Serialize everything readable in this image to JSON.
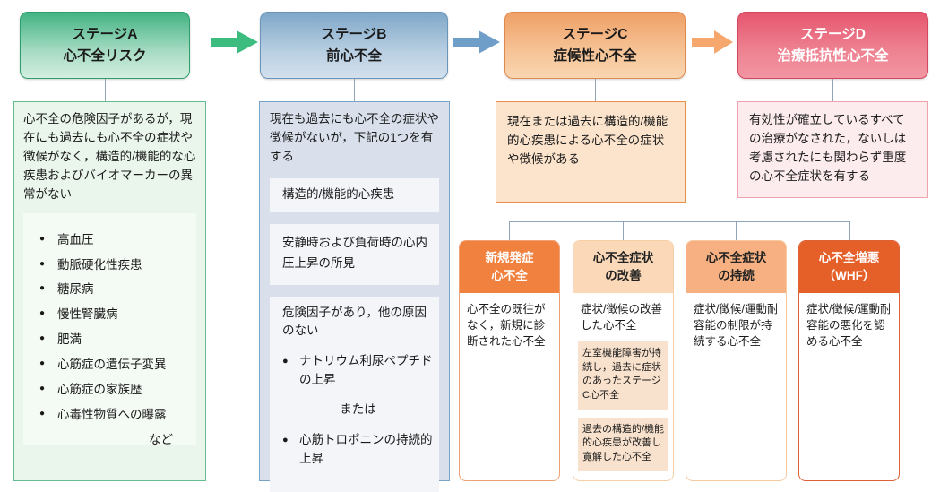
{
  "diagram": {
    "stage_a": {
      "title": "ステージA\n心不全リスク",
      "description": "心不全の危険因子があるが，現在にも過去にも心不全の症状や徴候がなく，構造的/機能的な心疾患およびバイオマーカーの異常がない",
      "risk_factors": [
        "高血圧",
        "動脈硬化性疾患",
        "糖尿病",
        "慢性腎臓病",
        "肥満",
        "心筋症の遺伝子変異",
        "心筋症の家族歴",
        "心毒性物質への曝露"
      ],
      "etc_label": "など"
    },
    "stage_b": {
      "title": "ステージB\n前心不全",
      "description": "現在も過去にも心不全の症状や徴候がないが，下記の1つを有する",
      "criterion_1": "構造的/機能的心疾患",
      "criterion_2": "安静時および負荷時の心内圧上昇の所見",
      "criterion_3": {
        "intro": "危険因子があり，他の原因のない",
        "bullet_1": "ナトリウム利尿ペプチドの上昇",
        "or_label": "または",
        "bullet_2": "心筋トロポニンの持続的上昇"
      }
    },
    "stage_c": {
      "title": "ステージC\n症候性心不全",
      "description": "現在または過去に構造的/機能的心疾患による心不全の症状や徴候がある",
      "substages": [
        {
          "title": "新規発症\n心不全",
          "description": "心不全の既往がなく，新規に診断された心不全"
        },
        {
          "title": "心不全症状\nの改善",
          "description": "症状/徴候の改善した心不全",
          "note_1": "左室機能障害が持続し，過去に症状のあったステージC心不全",
          "note_2": "過去の構造的/機能的心疾患が改善し寛解した心不全"
        },
        {
          "title": "心不全症状\nの持続",
          "description": "症状/徴候/運動耐容能の制限が持続する心不全"
        },
        {
          "title": "心不全増悪\n（WHF）",
          "description": "症状/徴候/運動耐容能の悪化を認める心不全"
        }
      ]
    },
    "stage_d": {
      "title": "ステージD\n治療抵抗性心不全",
      "description": "有効性が確立しているすべての治療がなされた，ないしは考慮されたにも関わらず重度の心不全症状を有する"
    },
    "colors": {
      "stage_a_accent": "#3fae7c",
      "stage_b_accent": "#7aa3c4",
      "stage_c_accent": "#ee9c62",
      "stage_d_accent": "#e65870",
      "substage_new_onset": "#f0813f",
      "substage_improvement": "#fbd9b8",
      "substage_persistence": "#f6b081",
      "substage_worsening": "#e55f28",
      "arrow_a_b": "#3cbd7f",
      "arrow_b_c": "#6f9fc8",
      "arrow_c_d": "#f5a76e",
      "connector": "#90a4b5"
    }
  }
}
